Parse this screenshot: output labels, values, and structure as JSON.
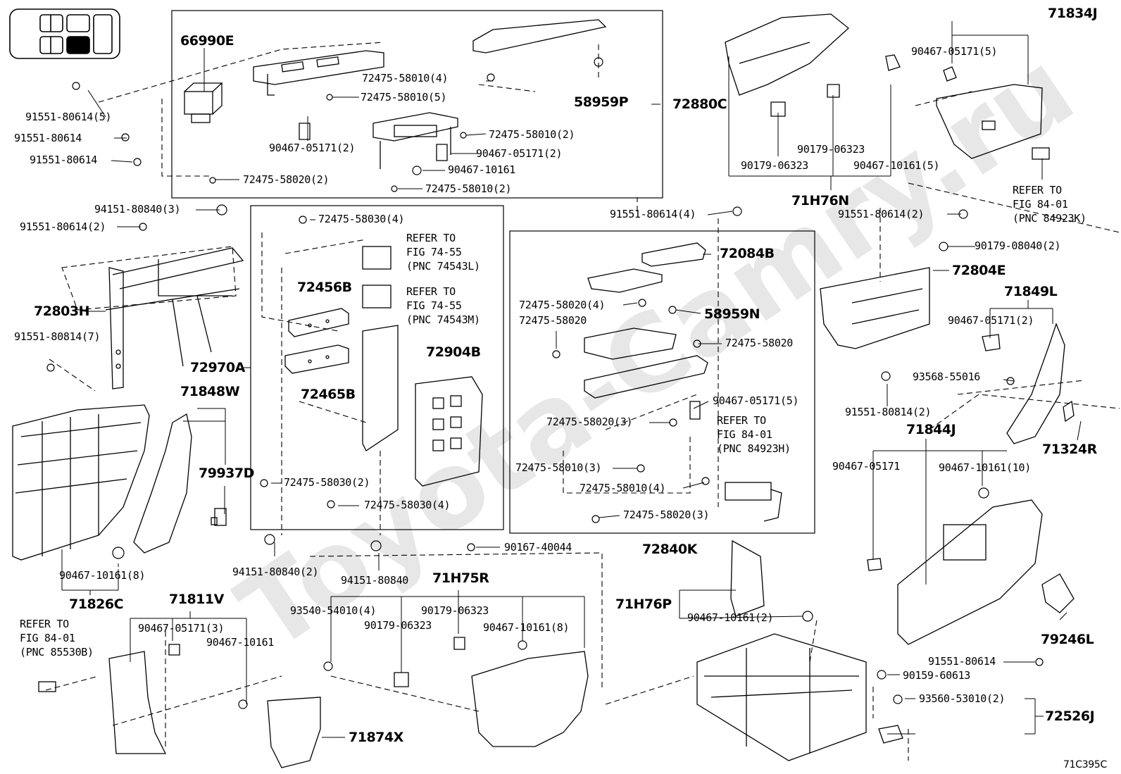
{
  "figure_id": "71C395C",
  "groups": [
    {
      "pnc": "72880C"
    },
    {
      "pnc": "72970A"
    },
    {
      "pnc": "72840K"
    },
    {
      "pnc": "71H76N"
    }
  ],
  "labels": {
    "p66990E": "66990E",
    "p72475_58010_4": "72475-58010(4)",
    "p58959P": "58959P",
    "p72880C": "72880C",
    "p91551_80614_5": "91551-80614(5)",
    "p72475_58010_5": "72475-58010(5)",
    "p91551_80614_a": "91551-80614",
    "p72475_58010_2a": "72475-58010(2)",
    "p90467_05171_2a": "90467-05171(2)",
    "p90467_05171_2b": "90467-05171(2)",
    "p91551_80614_b": "91551-80614",
    "p90467_10161_a": "90467-10161",
    "p72475_58020_2": "72475-58020(2)",
    "p72475_58010_2b": "72475-58010(2)",
    "p94151_80840_3": "94151-80840(3)",
    "p72475_58030_4a": "72475-58030(4)",
    "p91551_80614_2a": "91551-80614(2)",
    "p72803H": "72803H",
    "p72456B": "72456B",
    "p91551_80814_7": "91551-80814(7)",
    "p72904B": "72904B",
    "p72970A": "72970A",
    "p72465B": "72465B",
    "p71848W": "71848W",
    "p79937D": "79937D",
    "p72475_58030_2": "72475-58030(2)",
    "p72475_58030_4b": "72475-58030(4)",
    "p94151_80840_2": "94151-80840(2)",
    "p94151_80840": "94151-80840",
    "p90467_10161_8a": "90467-10161(8)",
    "p71826C": "71826C",
    "p90167_40044": "90167-40044",
    "p71H75R": "71H75R",
    "p71811V": "71811V",
    "p93540_54010_4": "93540-54010(4)",
    "p90179_06323_a": "90179-06323",
    "p90179_06323_b": "90179-06323",
    "p90467_10161_8b": "90467-10161(8)",
    "p90467_05171_3": "90467-05171(3)",
    "p90467_10161_b": "90467-10161",
    "p71874X": "71874X",
    "p91551_80614_4": "91551-80614(4)",
    "p72084B": "72084B",
    "p72475_58020_4": "72475-58020(4)",
    "p72475_58020_a": "72475-58020",
    "p58959N": "58959N",
    "p72475_58020_b": "72475-58020",
    "p90467_05171_5a": "90467-05171(5)",
    "p72475_58020_3a": "72475-58020(3)",
    "p72475_58010_3": "72475-58010(3)",
    "p72475_58010_4b": "72475-58010(4)",
    "p72475_58020_3b": "72475-58020(3)",
    "p72840K": "72840K",
    "p71H76P": "71H76P",
    "p90467_10161_2": "90467-10161(2)",
    "p71834J": "71834J",
    "p90467_05171_5b": "90467-05171(5)",
    "p90179_06323_c": "90179-06323",
    "p90179_06323_d": "90179-06323",
    "p90467_10161_5": "90467-10161(5)",
    "p71H76N": "71H76N",
    "p91551_80614_2b": "91551-80614(2)",
    "p90179_08040_2": "90179-08040(2)",
    "p72804E": "72804E",
    "p71849L": "71849L",
    "p90467_05171_2c": "90467-05171(2)",
    "p93568_55016": "93568-55016",
    "p91551_80814_2": "91551-80814(2)",
    "p71844J": "71844J",
    "p71324R": "71324R",
    "p90467_05171": "90467-05171",
    "p90467_10161_10": "90467-10161(10)",
    "p79246L": "79246L",
    "p91551_80614_c": "91551-80614",
    "p90159_60613": "90159-60613",
    "p93560_53010_2": "93560-53010(2)",
    "p72526J": "72526J"
  },
  "references": {
    "ref_74543L": "REFER TO\nFIG 74-55\n(PNC 74543L)",
    "ref_74543M": "REFER TO\nFIG 74-55\n(PNC 74543M)",
    "ref_84923H": "REFER TO\nFIG 84-01\n(PNC 84923H)",
    "ref_84923K": "REFER TO\nFIG 84-01\n(PNC 84923K)",
    "ref_85530B": "REFER TO\nFIG 84-01\n(PNC 85530B)"
  },
  "watermark": "Toyota-Camry.ru",
  "icons": [
    "vehicle-location-icon",
    "screw-icon",
    "clip-icon",
    "nut-icon",
    "bracket-icon",
    "panel-icon"
  ],
  "colors": {
    "line": "#000000",
    "background": "#ffffff",
    "watermark": "#e8e8e8"
  }
}
